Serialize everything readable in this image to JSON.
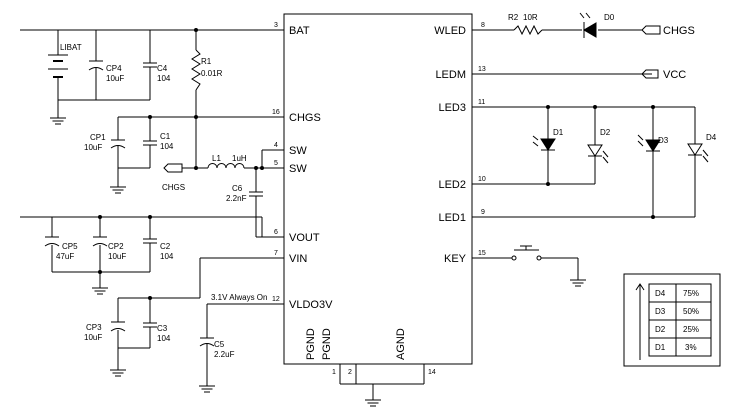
{
  "ic": {
    "left_pins": [
      {
        "num": "3",
        "name": "BAT"
      },
      {
        "num": "16",
        "name": "CHGS"
      },
      {
        "num": "4",
        "name": "SW"
      },
      {
        "num": "5",
        "name": "SW"
      },
      {
        "num": "6",
        "name": "VOUT"
      },
      {
        "num": "7",
        "name": "VIN"
      },
      {
        "num": "12",
        "name": "VLDO3V"
      }
    ],
    "right_pins": [
      {
        "num": "8",
        "name": "WLED"
      },
      {
        "num": "13",
        "name": "LEDM"
      },
      {
        "num": "11",
        "name": "LED3"
      },
      {
        "num": "10",
        "name": "LED2"
      },
      {
        "num": "9",
        "name": "LED1"
      },
      {
        "num": "15",
        "name": "KEY"
      }
    ],
    "bottom_pins": [
      {
        "num": "1",
        "name": "PGND"
      },
      {
        "num": "2",
        "name": "PGND"
      },
      {
        "num": "14",
        "name": "AGND"
      }
    ]
  },
  "components": {
    "battery": "LIBAT",
    "cp4_name": "CP4",
    "cp4_value": "10uF",
    "c4_name": "C4",
    "c4_value": "104",
    "r1_name": "R1",
    "r1_value": "0.01R",
    "cp1_name": "CP1",
    "cp1_value": "10uF",
    "c1_name": "C1",
    "c1_value": "104",
    "l1_name": "L1",
    "l1_value": "1uH",
    "c6_name": "C6",
    "c6_value": "2.2nF",
    "cp5_name": "CP5",
    "cp5_value": "47uF",
    "cp2_name": "CP2",
    "cp2_value": "10uF",
    "c2_name": "C2",
    "c2_value": "104",
    "cp3_name": "CP3",
    "cp3_value": "10uF",
    "c3_name": "C3",
    "c3_value": "104",
    "c5_name": "C5",
    "c5_value": "2.2uF",
    "r2_name": "R2",
    "r2_value": "10R",
    "d0": "D0",
    "d1": "D1",
    "d2": "D2",
    "d3": "D3",
    "d4": "D4"
  },
  "nets": {
    "chgs_left": "CHGS",
    "chgs_right": "CHGS",
    "vcc": "VCC",
    "ldo_note": "3.1V Always On"
  },
  "table": [
    {
      "led": "D4",
      "pct": "75%"
    },
    {
      "led": "D3",
      "pct": "50%"
    },
    {
      "led": "D2",
      "pct": "25%"
    },
    {
      "led": "D1",
      "pct": "3%"
    }
  ]
}
